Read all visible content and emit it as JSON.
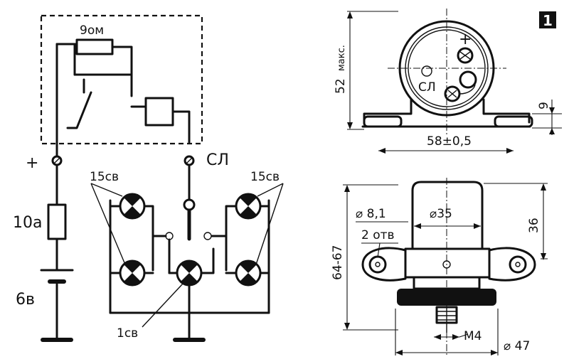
{
  "schematic": {
    "resistor_label": "9ом",
    "plus_label": "+",
    "sl_label": "СЛ",
    "fuse_label": "10а",
    "battery_label": "6в",
    "lamps_left_label": "15св",
    "lamps_right_label": "15св",
    "center_lamp_label": "1св"
  },
  "front_view": {
    "figure_number": "1",
    "plus_label": "+",
    "sl_label": "СЛ",
    "height_label": "52",
    "height_note": "макс.",
    "foot_label": "9",
    "width_label": "58±0,5"
  },
  "side_view": {
    "hole_label": "⌀ 8,1",
    "holes_count_label": "2 отв",
    "body_diameter_label": "⌀35",
    "height_range_label": "64-67",
    "top_height_label": "36",
    "thread_label": "М4",
    "base_diameter_label": "⌀ 47"
  }
}
